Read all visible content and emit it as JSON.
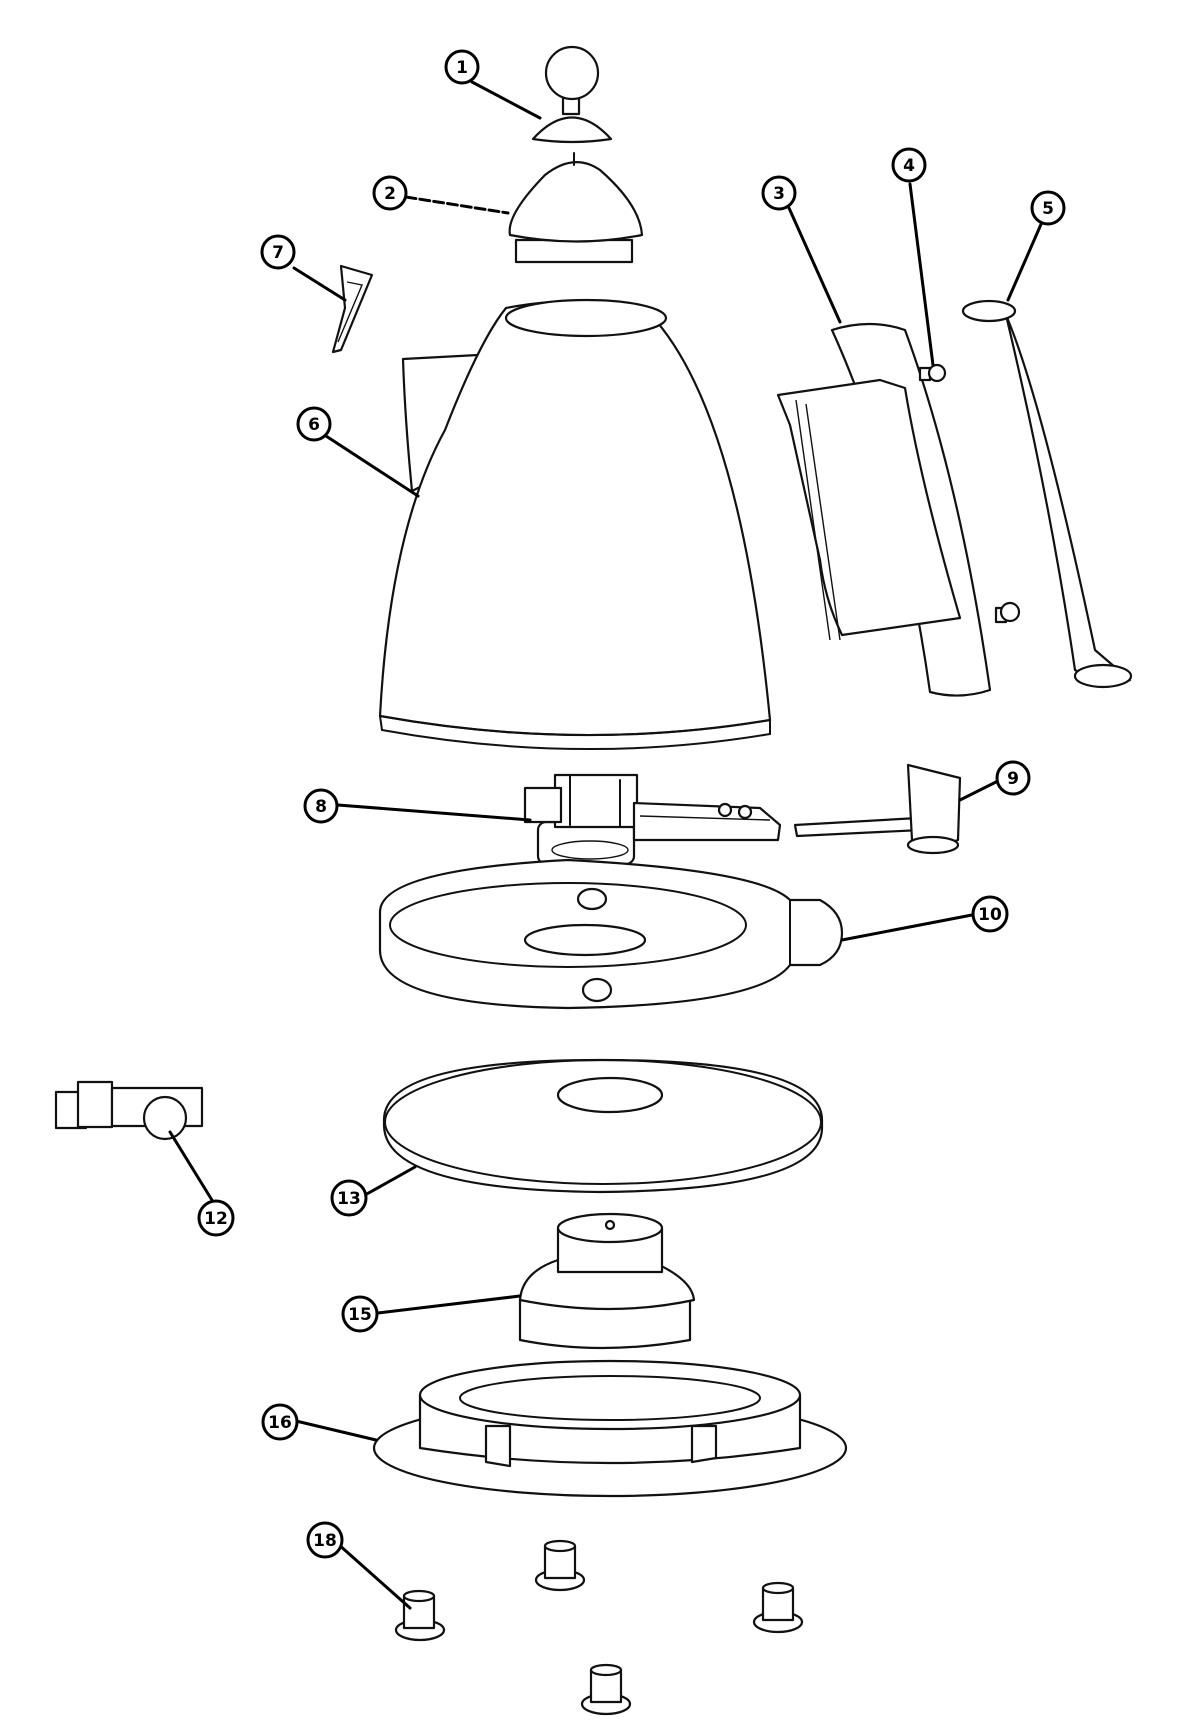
{
  "colors": {
    "line": "#111111",
    "background": "#ffffff"
  },
  "callouts": {
    "c1": "1",
    "c2": "2",
    "c3": "3",
    "c4": "4",
    "c5": "5",
    "c6": "6",
    "c7": "7",
    "c8": "8",
    "c9": "9",
    "c10": "10",
    "c12": "12",
    "c13": "13",
    "c15": "15",
    "c16": "16",
    "c18": "18"
  }
}
